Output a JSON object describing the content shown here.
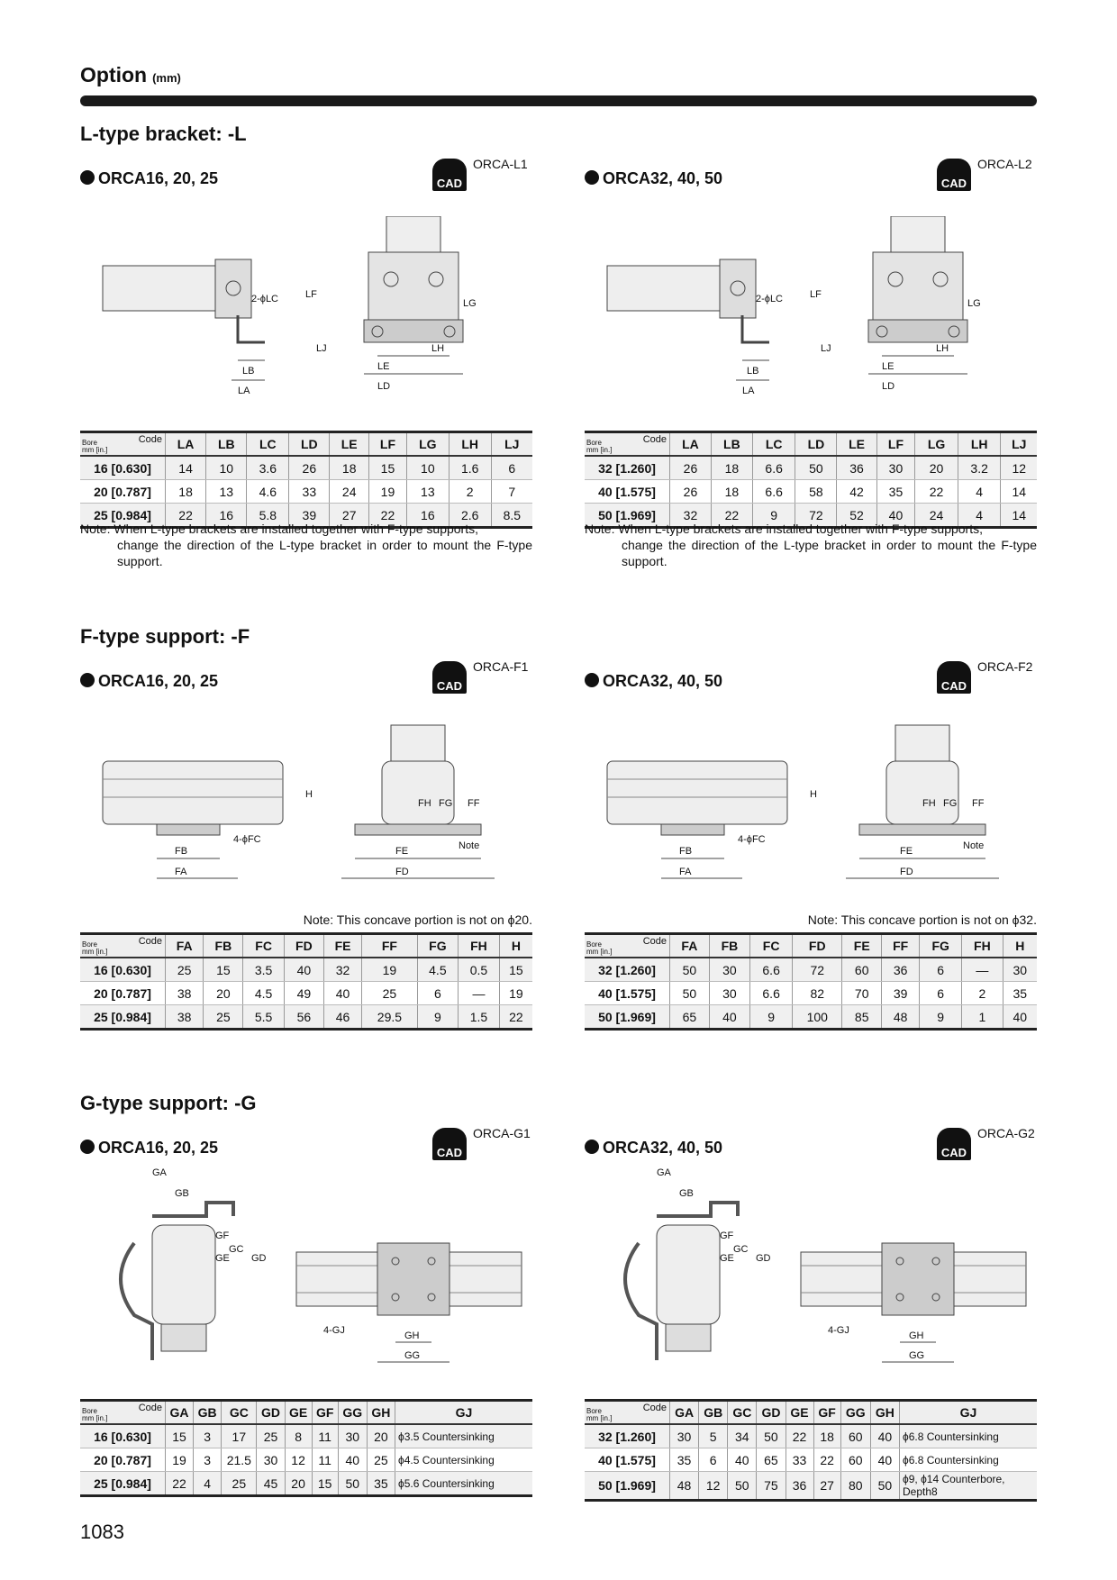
{
  "header": {
    "title": "Option",
    "unit": "(mm)"
  },
  "sections": [
    {
      "heading": "L-type bracket: -L",
      "left": {
        "subtitle": "ORCA16, 20, 25",
        "cad": "CAD",
        "ref": "ORCA-L1",
        "labels": [
          "2-ϕLC",
          "LB",
          "LA",
          "LF",
          "LJ",
          "LE",
          "LD",
          "LH",
          "LG"
        ],
        "columns": [
          "LA",
          "LB",
          "LC",
          "LD",
          "LE",
          "LF",
          "LG",
          "LH",
          "LJ"
        ],
        "rows": [
          [
            "16 [0.630]",
            "14",
            "10",
            "3.6",
            "26",
            "18",
            "15",
            "10",
            "1.6",
            "6"
          ],
          [
            "20 [0.787]",
            "18",
            "13",
            "4.6",
            "33",
            "24",
            "19",
            "13",
            "2",
            "7"
          ],
          [
            "25 [0.984]",
            "22",
            "16",
            "5.8",
            "39",
            "27",
            "22",
            "16",
            "2.6",
            "8.5"
          ]
        ],
        "note_prefix": "Note:",
        "note_line1": "When L-type brackets are installed together with F-type supports,",
        "note_rest": "change the direction of the L-type bracket in order to mount the F-type support."
      },
      "right": {
        "subtitle": "ORCA32, 40, 50",
        "cad": "CAD",
        "ref": "ORCA-L2",
        "labels": [
          "2-ϕLC",
          "LB",
          "LA",
          "LF",
          "LJ",
          "LE",
          "LD",
          "LH",
          "LG"
        ],
        "columns": [
          "LA",
          "LB",
          "LC",
          "LD",
          "LE",
          "LF",
          "LG",
          "LH",
          "LJ"
        ],
        "rows": [
          [
            "32 [1.260]",
            "26",
            "18",
            "6.6",
            "50",
            "36",
            "30",
            "20",
            "3.2",
            "12"
          ],
          [
            "40 [1.575]",
            "26",
            "18",
            "6.6",
            "58",
            "42",
            "35",
            "22",
            "4",
            "14"
          ],
          [
            "50 [1.969]",
            "32",
            "22",
            "9",
            "72",
            "52",
            "40",
            "24",
            "4",
            "14"
          ]
        ],
        "note_prefix": "Note:",
        "note_line1": "When L-type brackets are installed together with F-type supports,",
        "note_rest": "change the direction of the L-type bracket in order to mount the F-type support."
      }
    },
    {
      "heading": "F-type support: -F",
      "left": {
        "subtitle": "ORCA16, 20, 25",
        "cad": "CAD",
        "ref": "ORCA-F1",
        "labels": [
          "4-ϕFC",
          "FB",
          "FA",
          "H",
          "FH",
          "FG",
          "FF",
          "FE",
          "FD",
          "Note"
        ],
        "table_note": "Note: This concave portion is not on ϕ20.",
        "columns": [
          "FA",
          "FB",
          "FC",
          "FD",
          "FE",
          "FF",
          "FG",
          "FH",
          "H"
        ],
        "rows": [
          [
            "16 [0.630]",
            "25",
            "15",
            "3.5",
            "40",
            "32",
            "19",
            "4.5",
            "0.5",
            "15"
          ],
          [
            "20 [0.787]",
            "38",
            "20",
            "4.5",
            "49",
            "40",
            "25",
            "6",
            "—",
            "19"
          ],
          [
            "25 [0.984]",
            "38",
            "25",
            "5.5",
            "56",
            "46",
            "29.5",
            "9",
            "1.5",
            "22"
          ]
        ]
      },
      "right": {
        "subtitle": "ORCA32, 40, 50",
        "cad": "CAD",
        "ref": "ORCA-F2",
        "labels": [
          "4-ϕFC",
          "FB",
          "FA",
          "H",
          "FH",
          "FG",
          "FF",
          "FE",
          "FD",
          "Note"
        ],
        "table_note": "Note: This concave portion is not on ϕ32.",
        "columns": [
          "FA",
          "FB",
          "FC",
          "FD",
          "FE",
          "FF",
          "FG",
          "FH",
          "H"
        ],
        "rows": [
          [
            "32 [1.260]",
            "50",
            "30",
            "6.6",
            "72",
            "60",
            "36",
            "6",
            "—",
            "30"
          ],
          [
            "40 [1.575]",
            "50",
            "30",
            "6.6",
            "82",
            "70",
            "39",
            "6",
            "2",
            "35"
          ],
          [
            "50 [1.969]",
            "65",
            "40",
            "9",
            "100",
            "85",
            "48",
            "9",
            "1",
            "40"
          ]
        ]
      }
    },
    {
      "heading": "G-type support: -G",
      "left": {
        "subtitle": "ORCA16, 20, 25",
        "cad": "CAD",
        "ref": "ORCA-G1",
        "labels": [
          "GA",
          "GB",
          "GE",
          "GF",
          "GC",
          "GD",
          "4-GJ",
          "GH",
          "GG"
        ],
        "columns": [
          "GA",
          "GB",
          "GC",
          "GD",
          "GE",
          "GF",
          "GG",
          "GH",
          "GJ"
        ],
        "rows": [
          [
            "16 [0.630]",
            "15",
            "3",
            "17",
            "25",
            "8",
            "11",
            "30",
            "20",
            "ϕ3.5 Countersinking"
          ],
          [
            "20 [0.787]",
            "19",
            "3",
            "21.5",
            "30",
            "12",
            "11",
            "40",
            "25",
            "ϕ4.5 Countersinking"
          ],
          [
            "25 [0.984]",
            "22",
            "4",
            "25",
            "45",
            "20",
            "15",
            "50",
            "35",
            "ϕ5.6 Countersinking"
          ]
        ]
      },
      "right": {
        "subtitle": "ORCA32, 40, 50",
        "cad": "CAD",
        "ref": "ORCA-G2",
        "labels": [
          "GA",
          "GB",
          "GE",
          "GF",
          "GC",
          "GD",
          "4-GJ",
          "GH",
          "GG"
        ],
        "columns": [
          "GA",
          "GB",
          "GC",
          "GD",
          "GE",
          "GF",
          "GG",
          "GH",
          "GJ"
        ],
        "rows": [
          [
            "32 [1.260]",
            "30",
            "5",
            "34",
            "50",
            "22",
            "18",
            "60",
            "40",
            "ϕ6.8 Countersinking"
          ],
          [
            "40 [1.575]",
            "35",
            "6",
            "40",
            "65",
            "33",
            "22",
            "60",
            "40",
            "ϕ6.8 Countersinking"
          ],
          [
            "50 [1.969]",
            "48",
            "12",
            "50",
            "75",
            "36",
            "27",
            "80",
            "50",
            "ϕ9, ϕ14 Counterbore, Depth8"
          ]
        ]
      }
    }
  ],
  "table_corner": {
    "code": "Code",
    "bore": "Bore",
    "unit": "mm [in.]"
  },
  "page_number": "1083"
}
